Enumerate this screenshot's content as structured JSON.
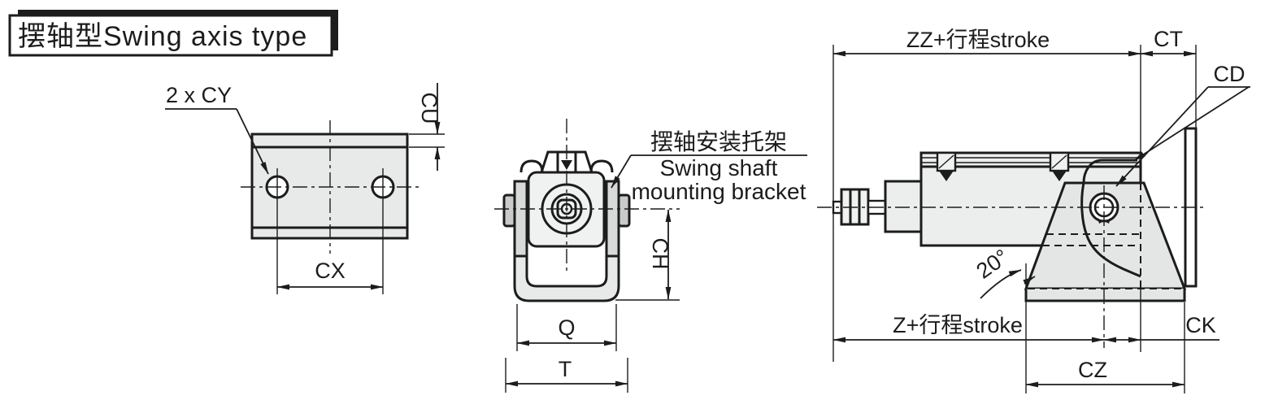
{
  "colors": {
    "line": "#1c1c1c",
    "background": "#ffffff",
    "part_fill": "#e8eaea",
    "part_fill_light": "#f0f1f1",
    "plate_fill": "#d8dada",
    "pin_fill": "#c9cbcb"
  },
  "title": {
    "cn": "摆轴型",
    "en": "Swing axis type"
  },
  "top_view": {
    "hole_label": "2 x CY",
    "thickness_label": "CU",
    "hole_spacing_label": "CX"
  },
  "front_view": {
    "callout_line1": "摆轴安装托架",
    "callout_line2": "Swing shaft",
    "callout_line3": "mounting bracket",
    "height_label": "CH",
    "width_label": "Q",
    "overall_width_label": "T"
  },
  "side_view": {
    "overall_length_label": "ZZ+行程stroke",
    "bracket_offset_label": "CT",
    "shaft_dia_label": "CD",
    "swing_angle_label": "20°",
    "length_label": "Z+行程stroke",
    "pivot_offset_label": "CK",
    "base_width_label": "CZ"
  }
}
